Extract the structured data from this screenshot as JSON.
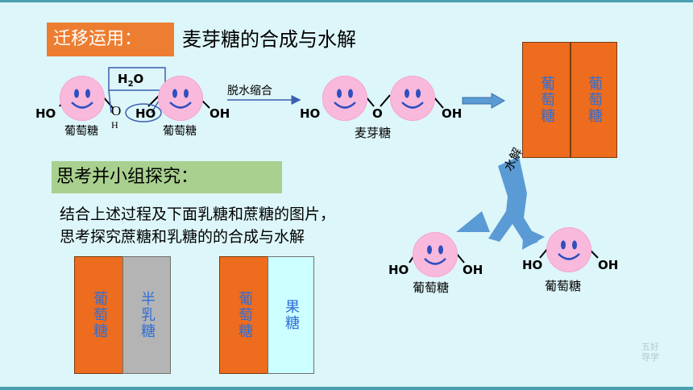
{
  "header": {
    "tag": "迁移运用：",
    "title": "麦芽糖的合成与水解"
  },
  "top_diagram": {
    "ho": "HO",
    "oh": "OH",
    "ho2": "HO",
    "o": "O",
    "h": "H",
    "h2o": "H2O",
    "reaction_label": "脱水缩合",
    "glucose": "葡萄糖",
    "maltose": "麦芽糖"
  },
  "orange_blocks": {
    "left": "葡萄糖",
    "right": "葡萄糖"
  },
  "hydrolysis": {
    "label": "水解",
    "glucose_left": "葡萄糖",
    "glucose_right": "葡萄糖",
    "ho": "HO",
    "oh": "OH"
  },
  "section2": {
    "tag": "思考并小组探究：",
    "line1": "结合上述过程及下面乳糖和蔗糖的图片，",
    "line2": "思考探究蔗糖和乳糖的的合成与水解"
  },
  "lactose": {
    "left": "葡萄糖",
    "right": "半乳糖",
    "right_color": "#b4b4b4",
    "text_color": "#2f6fd6"
  },
  "sucrose": {
    "left": "葡萄糖",
    "right": "果糖",
    "right_color": "#ccffff",
    "text_color": "#2f6fd6"
  },
  "colors": {
    "orange": "#ed7d31",
    "green": "#a9d08e",
    "face": "#f9b9dc",
    "arrow": "#5b9bd5"
  },
  "watermark": {
    "line1": "五好",
    "line2": "导学"
  }
}
